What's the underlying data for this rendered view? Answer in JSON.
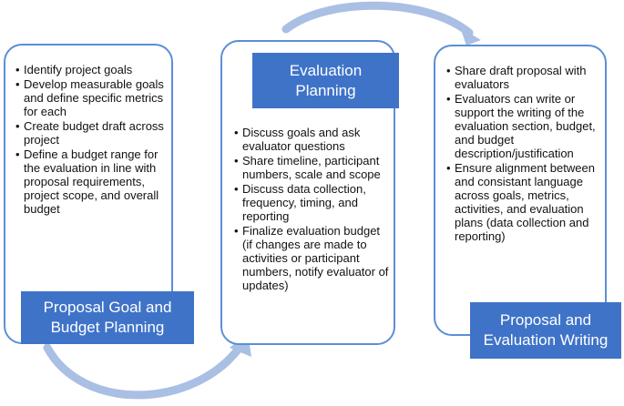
{
  "colors": {
    "accent": "#3f73c8",
    "border": "#5b8fd6",
    "arrow": "#a9bfe3",
    "text": "#111111"
  },
  "panels": [
    {
      "title": "Proposal Goal and\nBudget Planning",
      "bullets": [
        "Identify project goals",
        "Develop measurable goals and define specific metrics for each",
        "Create budget draft across project",
        "Define a budget range for the evaluation in line with proposal requirements, project scope, and overall budget"
      ]
    },
    {
      "title": "Evaluation\nPlanning",
      "bullets": [
        "Discuss goals and ask evaluator questions",
        "Share timeline, participant numbers, scale and scope",
        "Discuss data collection, frequency, timing, and reporting",
        "Finalize evaluation budget (if changes are made to activities or participant numbers, notify evaluator of updates)"
      ]
    },
    {
      "title": "Proposal and\nEvaluation Writing",
      "bullets": [
        "Share draft proposal with evaluators",
        "Evaluators can write or support the writing of the evaluation section, budget, and budget description/justification",
        "Ensure alignment between and consistant language across goals, metrics, activities, and evaluation plans (data collection and reporting)"
      ]
    }
  ]
}
